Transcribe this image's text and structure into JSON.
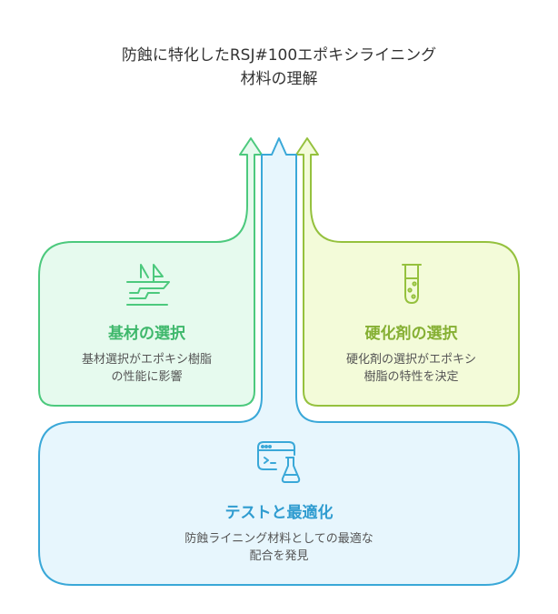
{
  "title": {
    "line1": "防蝕に特化したRSJ#100エポキシライニング",
    "line2": "材料の理解"
  },
  "cards": {
    "substrate": {
      "title": "基材の選択",
      "desc_line1": "基材選択がエポキシ樹脂",
      "desc_line2": "の性能に影響",
      "icon": "ships-icon"
    },
    "hardener": {
      "title": "硬化剤の選択",
      "desc_line1": "硬化剤の選択がエポキシ",
      "desc_line2": "樹脂の特性を決定",
      "icon": "test-tube-icon"
    },
    "testing": {
      "title": "テストと最適化",
      "desc_line1": "防蝕ライニング材料としての最適な",
      "desc_line2": "配合を発見",
      "icon": "lab-window-icon"
    }
  },
  "colors": {
    "green": "#4cc97d",
    "green_fill": "#e6faee",
    "olive": "#95c13e",
    "olive_fill": "#f3fbd9",
    "blue": "#3aa8d8",
    "blue_fill": "#e7f6fd"
  }
}
